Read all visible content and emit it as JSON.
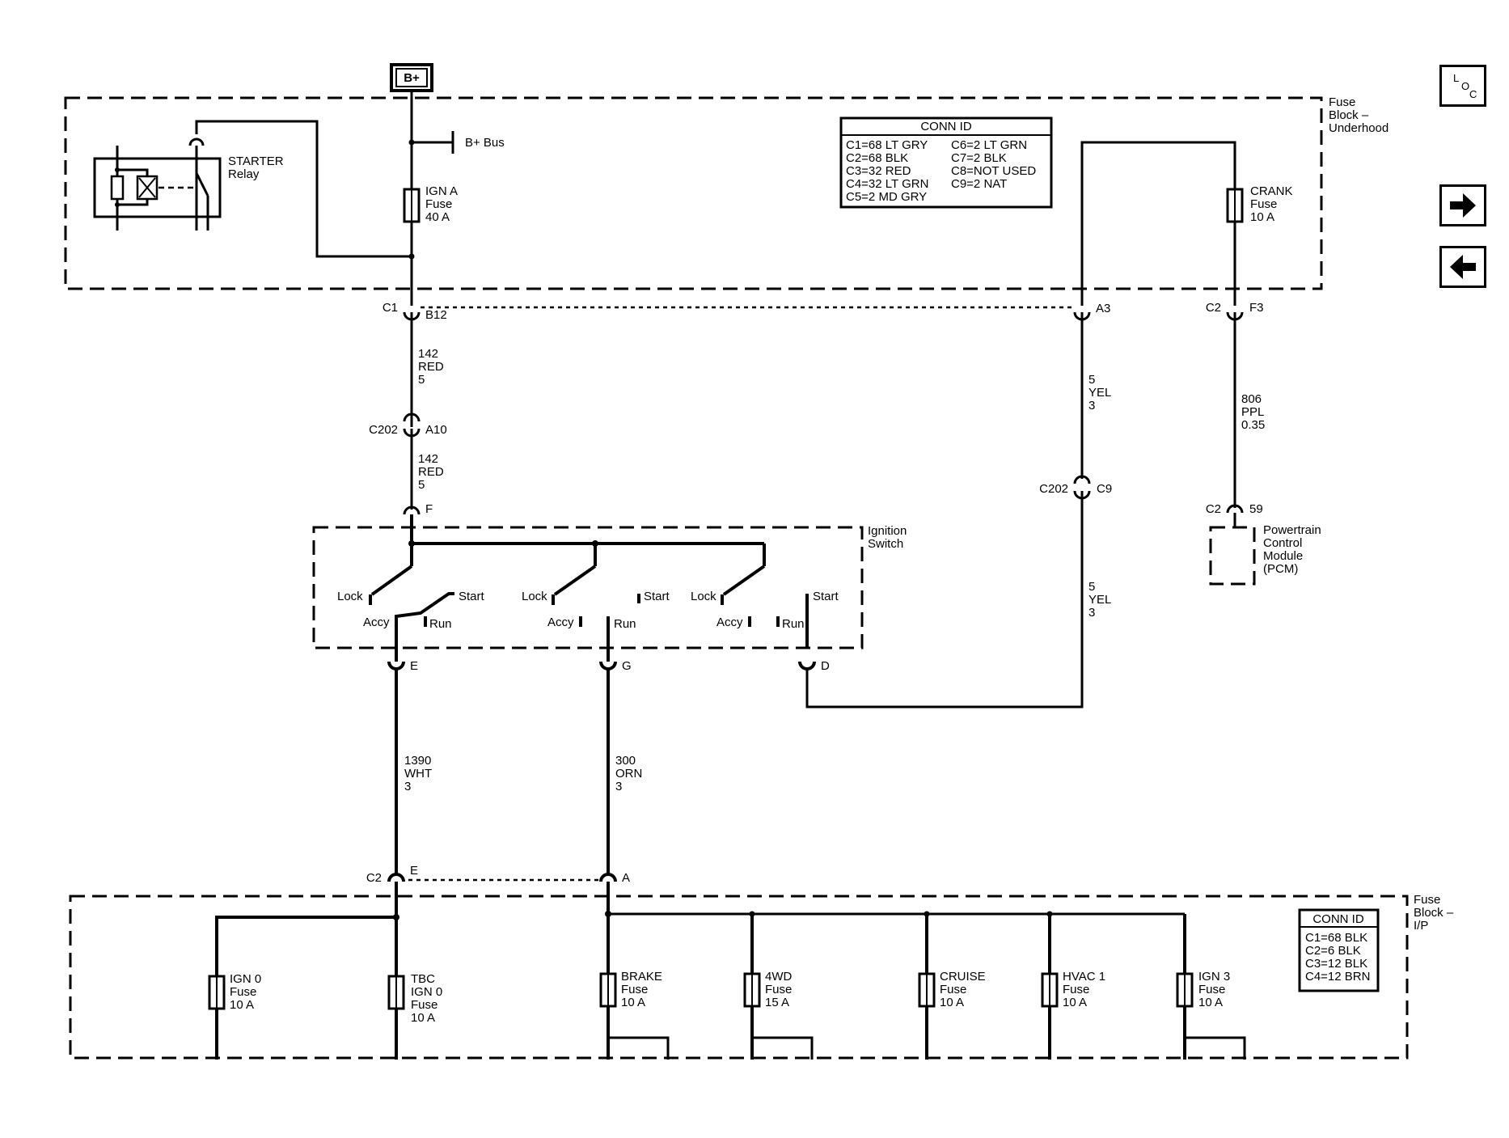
{
  "battery": {
    "label": "B+"
  },
  "fuse_block_underhood": {
    "title": [
      "Fuse",
      "Block –",
      "Underhood"
    ],
    "b_bus": "B+ Bus",
    "starter_relay": [
      "STARTER",
      "Relay"
    ],
    "ign_a": [
      "IGN A",
      "Fuse",
      "40 A"
    ],
    "crank": [
      "CRANK",
      "Fuse",
      "10 A"
    ],
    "conn_id": {
      "title": "CONN ID",
      "left": [
        "C1=68 LT GRY",
        "C2=68 BLK",
        "C3=32 RED",
        "C4=32 LT GRN",
        "C5=2 MD GRY"
      ],
      "right": [
        "C6=2 LT GRN",
        "C7=2 BLK",
        "C8=NOT USED",
        "C9=2 NAT"
      ]
    }
  },
  "connectors": {
    "c1": "C1",
    "b12": "B12",
    "a3": "A3",
    "c2_top": "C2",
    "f3": "F3",
    "c202_a": "C202",
    "a10": "A10",
    "f": "F",
    "c202_b": "C202",
    "c9": "C9",
    "c2_pcm": "C2",
    "pin59": "59",
    "e": "E",
    "g": "G",
    "d": "D",
    "c2_ip": "C2",
    "e_ip": "E",
    "a_ip": "A"
  },
  "wires": {
    "w142a": [
      "142",
      "RED",
      "5"
    ],
    "w142b": [
      "142",
      "RED",
      "5"
    ],
    "w5a": [
      "5",
      "YEL",
      "3"
    ],
    "w5b": [
      "5",
      "YEL",
      "3"
    ],
    "w806": [
      "806",
      "PPL",
      "0.35"
    ],
    "w1390": [
      "1390",
      "WHT",
      "3"
    ],
    "w300": [
      "300",
      "ORN",
      "3"
    ]
  },
  "pcm": [
    "Powertrain",
    "Control",
    "Module",
    "(PCM)"
  ],
  "ignition_switch": {
    "title": [
      "Ignition",
      "Switch"
    ],
    "lock": "Lock",
    "start": "Start",
    "accy": "Accy",
    "run": "Run"
  },
  "fuse_block_ip": {
    "title": [
      "Fuse",
      "Block –",
      "I/P"
    ],
    "fuses": [
      [
        "IGN 0",
        "Fuse",
        "10 A"
      ],
      [
        "TBC",
        "IGN 0",
        "Fuse",
        "10 A"
      ],
      [
        "BRAKE",
        "Fuse",
        "10 A"
      ],
      [
        "4WD",
        "Fuse",
        "15 A"
      ],
      [
        "CRUISE",
        "Fuse",
        "10 A"
      ],
      [
        "HVAC 1",
        "Fuse",
        "10 A"
      ],
      [
        "IGN 3",
        "Fuse",
        "10 A"
      ]
    ],
    "conn_id": {
      "title": "CONN ID",
      "rows": [
        "C1=68 BLK",
        "C2=6 BLK",
        "C3=12 BLK",
        "C4=12 BRN"
      ]
    }
  },
  "nav": {
    "loc": [
      "L",
      "O",
      "C"
    ]
  }
}
